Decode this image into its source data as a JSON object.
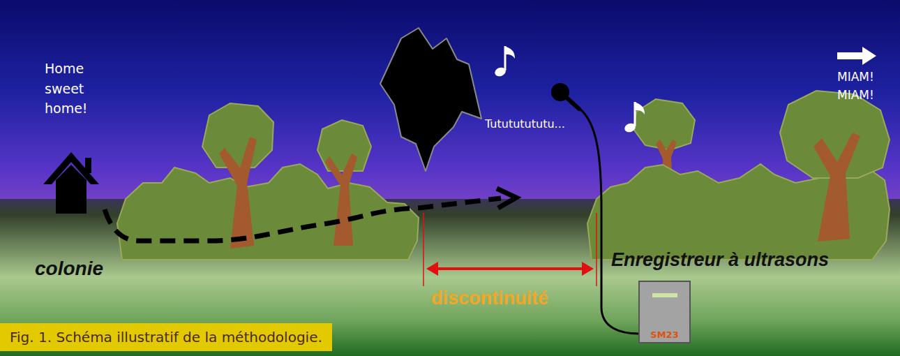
{
  "diagram": {
    "caption": "Fig. 1. Schéma illustratif de la méthodologie.",
    "nodes": [
      {
        "text": [
          "SM23"
        ]
      }
    ],
    "labels": [
      "Home sweet home!",
      "Tutututututu...",
      "MIAM! MIAM!",
      "colonie",
      "discontinuité",
      "Enregistreur à ultrasons"
    ]
  }
}
